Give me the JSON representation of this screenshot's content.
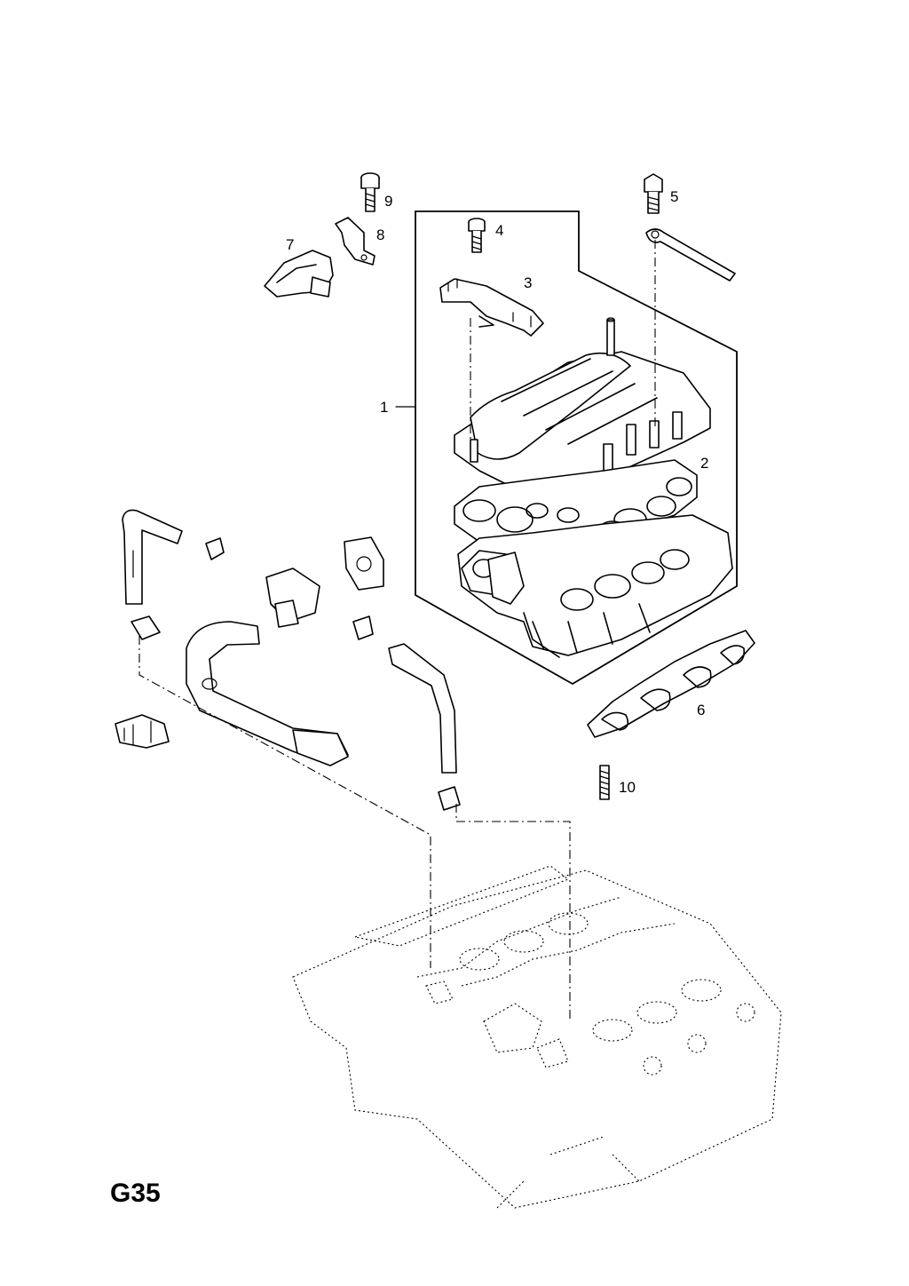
{
  "diagram": {
    "reference_code": "G35",
    "callouts": [
      "1",
      "2",
      "3",
      "4",
      "5",
      "6",
      "7",
      "8",
      "9",
      "10"
    ]
  }
}
